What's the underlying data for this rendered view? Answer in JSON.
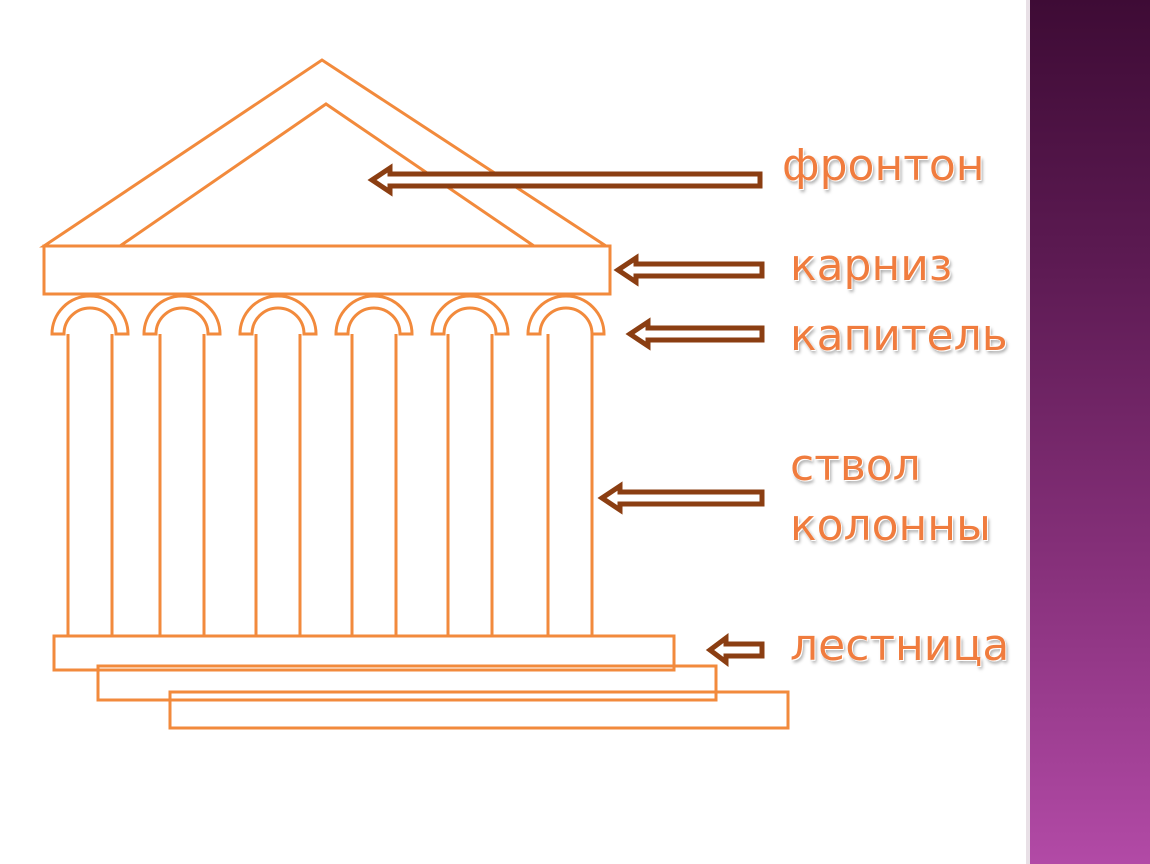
{
  "labels": {
    "fronton": "фронтон",
    "karniz": "карниз",
    "kapitel": "капитель",
    "stvol_line1": "ствол",
    "stvol_line2": "колонны",
    "lestnitsa": "лестница"
  },
  "colors": {
    "outline": "#f28a3c",
    "arrow_fill": "#8b3e12",
    "arrow_inner": "#ffffff",
    "label": "#f07c3e",
    "side_band_top": "#3e0b35",
    "side_band_bottom": "#b24aa6"
  }
}
